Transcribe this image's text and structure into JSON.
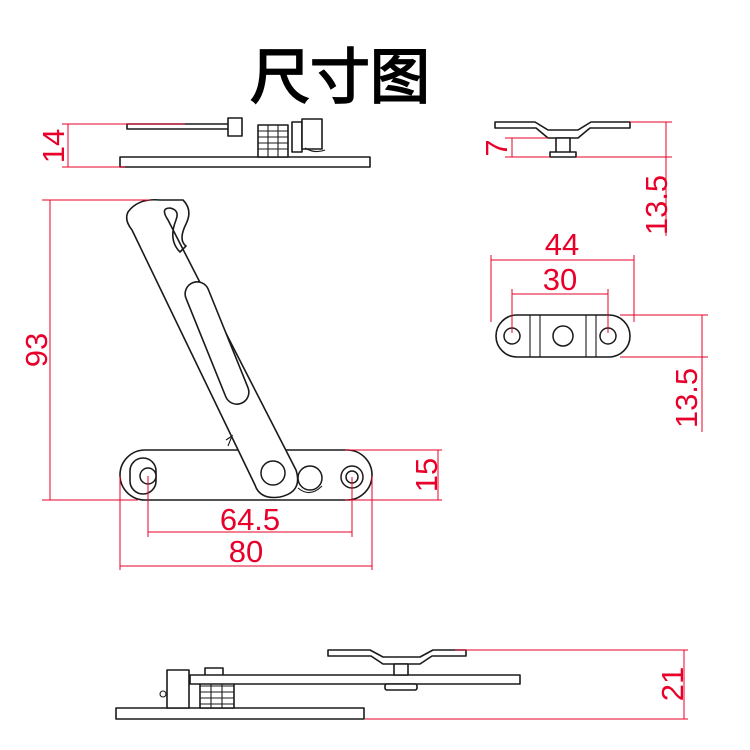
{
  "title": "尺寸图",
  "dimensions": {
    "top_side_height": "14",
    "end_view_small": "7",
    "end_view_height": "13.5",
    "stay_height": "93",
    "base_height": "15",
    "hole_spacing": "64.5",
    "base_length": "80",
    "pivot_plate_length": "44",
    "pivot_plate_hole_spacing": "30",
    "pivot_plate_height": "13.5",
    "assembled_height": "21"
  },
  "colors": {
    "dimension": "#e8002a",
    "outline": "#1a1a1a"
  }
}
